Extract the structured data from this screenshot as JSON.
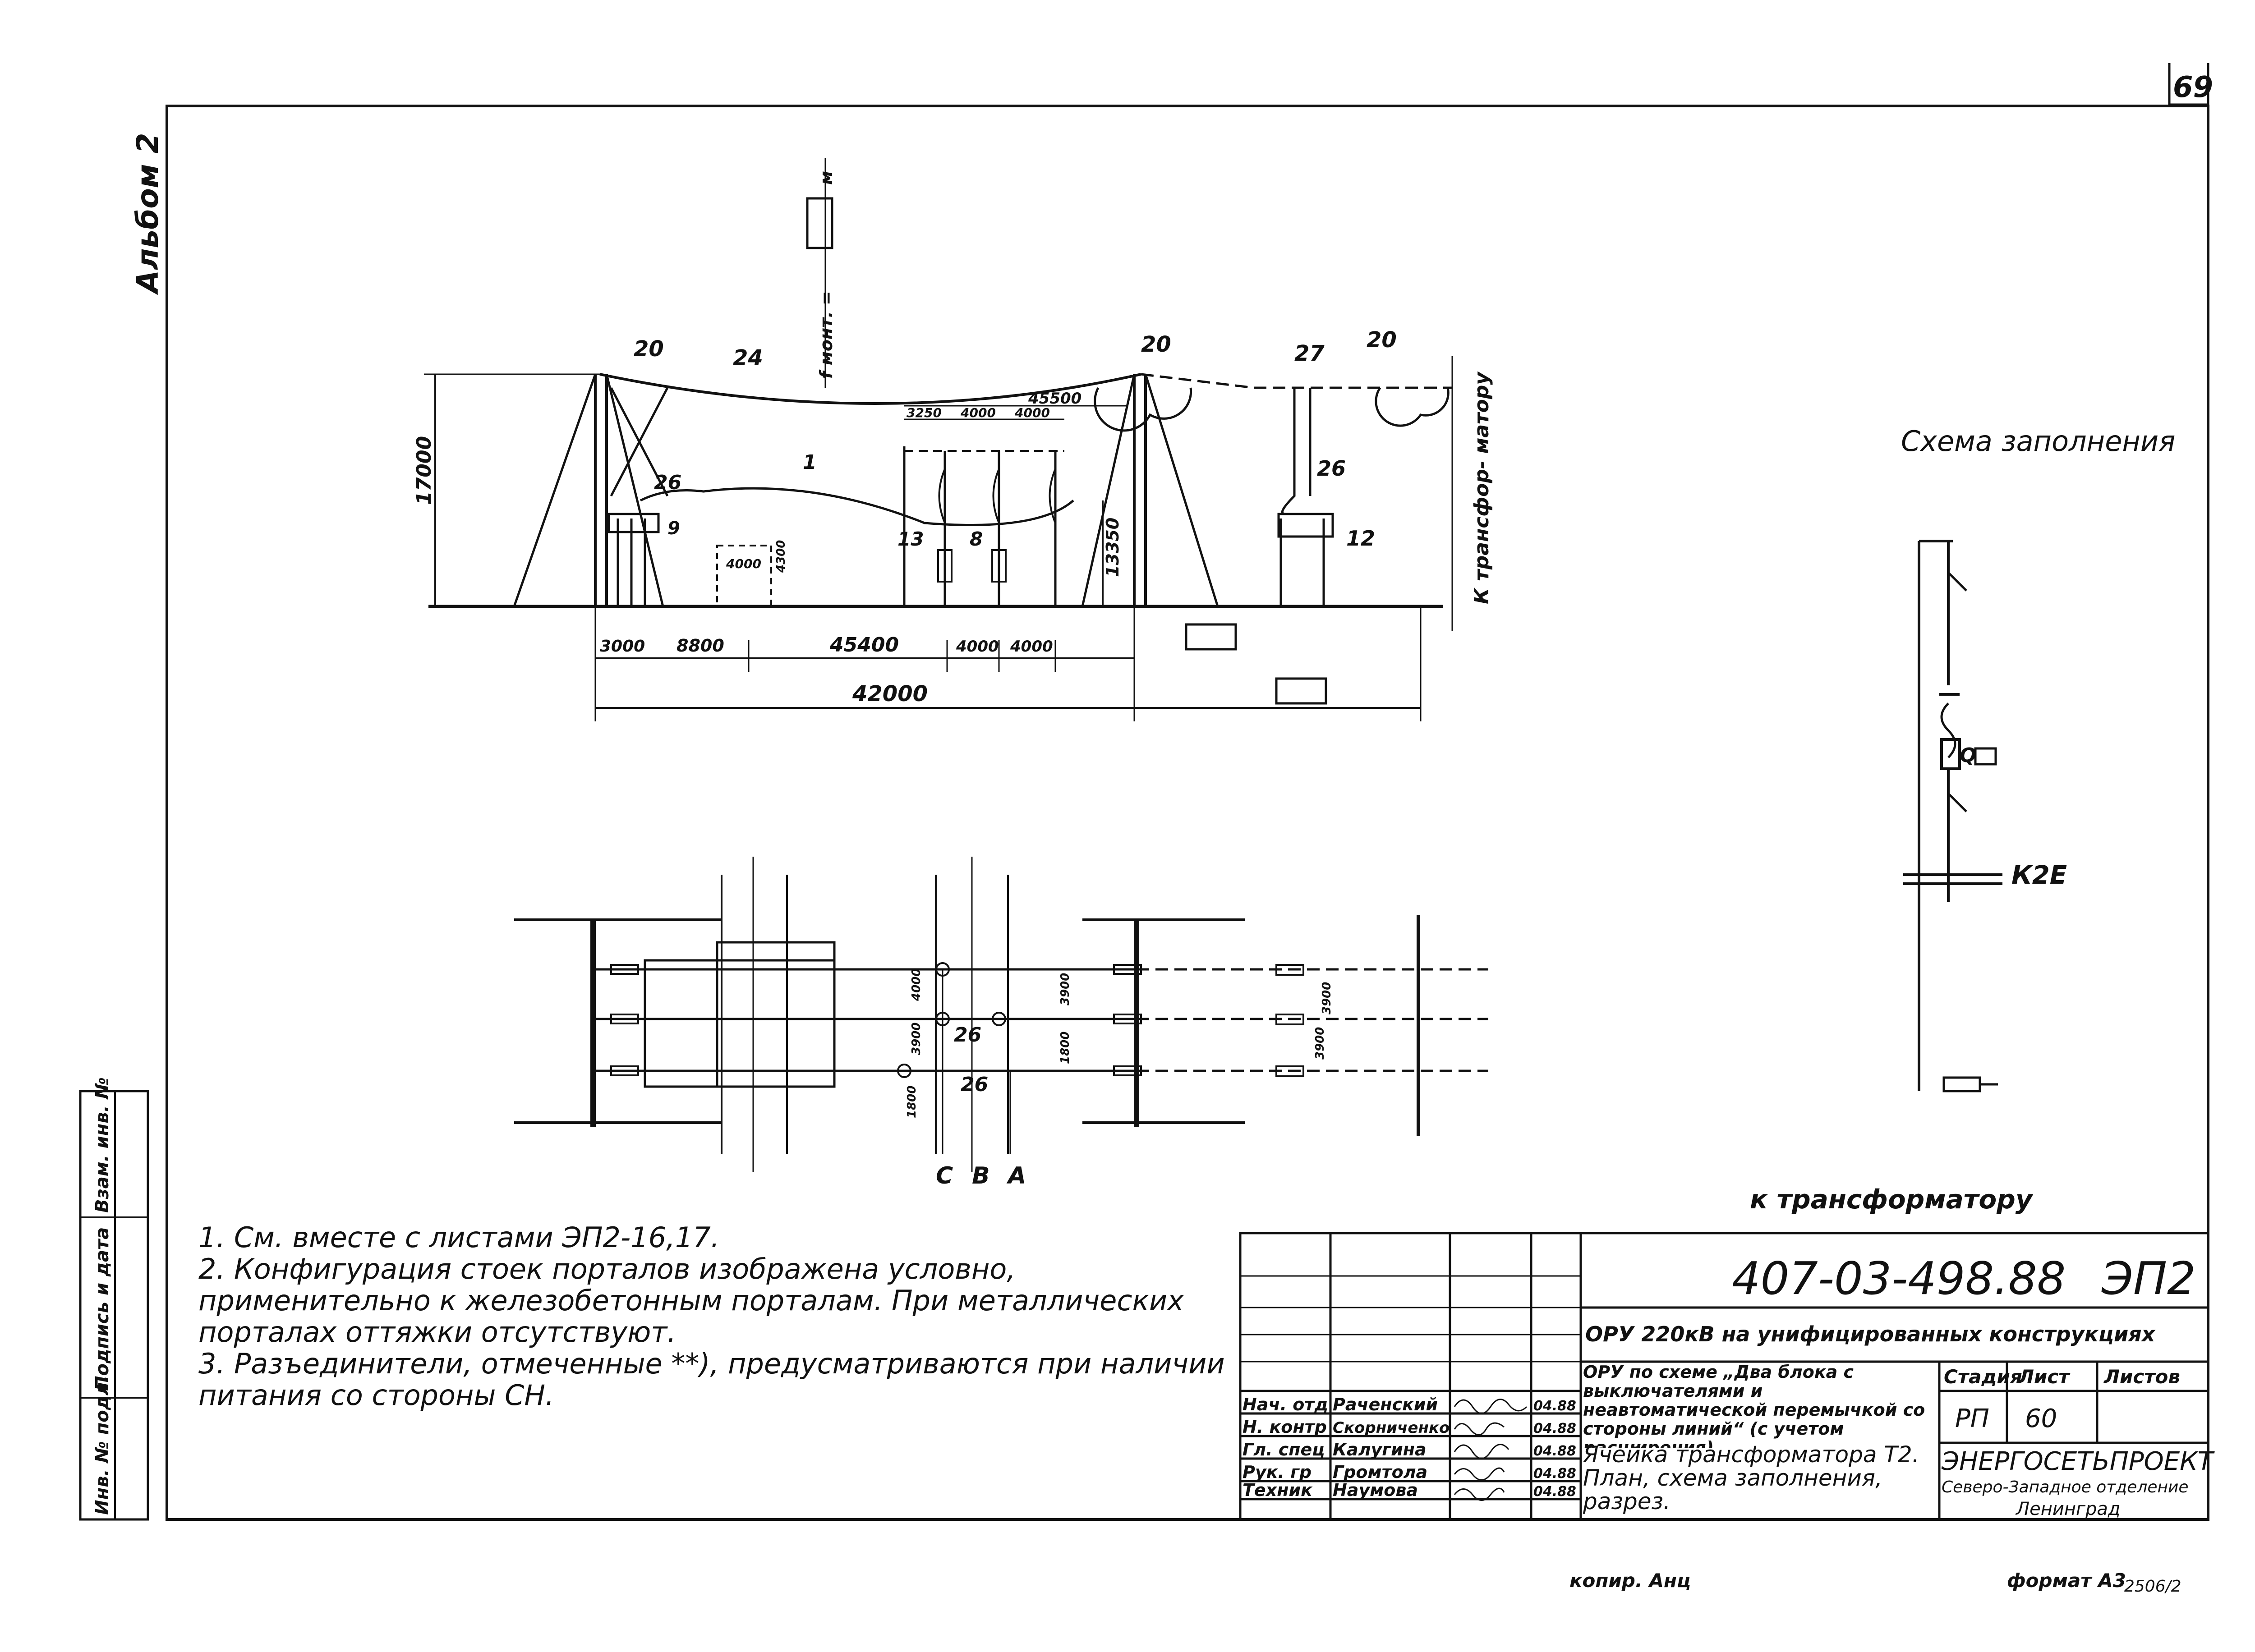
{
  "sheet": {
    "page_number": "69",
    "album": "Альбом 2",
    "format": "формат А3",
    "copied": "копир. Анц",
    "code": "2506/2"
  },
  "section": {
    "dims_bottom": [
      "3000",
      "8800",
      "45400",
      "4000",
      "4000"
    ],
    "dim_total": "42000",
    "height": "17000",
    "dim_right": "13350",
    "dims_top": [
      "3250",
      "4000",
      "4000"
    ],
    "span": "45500",
    "small_dims": [
      "4000",
      "4300"
    ],
    "callouts": [
      "20",
      "24",
      "20",
      "27",
      "20",
      "1",
      "26",
      "9",
      "13",
      "8",
      "26",
      "12"
    ],
    "f_label": "f монт. =",
    "f_unit": "м",
    "to_transformer_vertical": "К трансфор- матору"
  },
  "plan": {
    "phases": [
      "С",
      "В",
      "А"
    ],
    "dims": [
      "4000",
      "3900",
      "1800",
      "3900",
      "1800",
      "3900",
      "3900"
    ],
    "callouts": [
      "26",
      "26"
    ]
  },
  "scheme": {
    "title": "Схема заполнения",
    "q_label": "Q",
    "k_label": "К2Е",
    "caption": "к трансформатору"
  },
  "notes": [
    "1. См. вместе с листами ЭП2-16,17.",
    "2. Конфигурация стоек порталов изображена условно, применительно к железобетонным порталам. При металлических порталах оттяжки отсутствуют.",
    "3. Разъединители, отмеченные **), предусматриваются при наличии питания со стороны СН."
  ],
  "left_stamp": [
    "Инв. № подл.",
    "Подпись и дата",
    "Взам. инв. №"
  ],
  "title_block": {
    "doc_number": "407-03-498.88",
    "sheet_code": "ЭП2",
    "project_title": "ОРУ 220кВ на унифицированных конструкциях",
    "scheme_desc": "ОРУ по схеме „Два блока с выключателями и неавтоматической перемычкой со стороны линий“ (с учетом расширения)",
    "drawing_title": "Ячейка трансформатора Т2. План, схема заполнения, разрез.",
    "col_headers": [
      "Стадия",
      "Лист",
      "Листов"
    ],
    "stage": "РП",
    "sheet": "60",
    "sheets_total": "",
    "org_name": "ЭНЕРГОСЕТЬПРОЕКТ",
    "org_branch": "Северо-Западное отделение",
    "org_city": "Ленинград",
    "staff": [
      {
        "role": "Нач. отд",
        "name": "Раченский",
        "date": "04.88"
      },
      {
        "role": "Н. контр",
        "name": "Скорниченко",
        "date": "04.88"
      },
      {
        "role": "Гл. спец",
        "name": "Калугина",
        "date": "04.88"
      },
      {
        "role": "Рук. гр",
        "name": "Громтола",
        "date": "04.88"
      },
      {
        "role": "Техник",
        "name": "Наумова",
        "date": "04.88"
      }
    ]
  }
}
